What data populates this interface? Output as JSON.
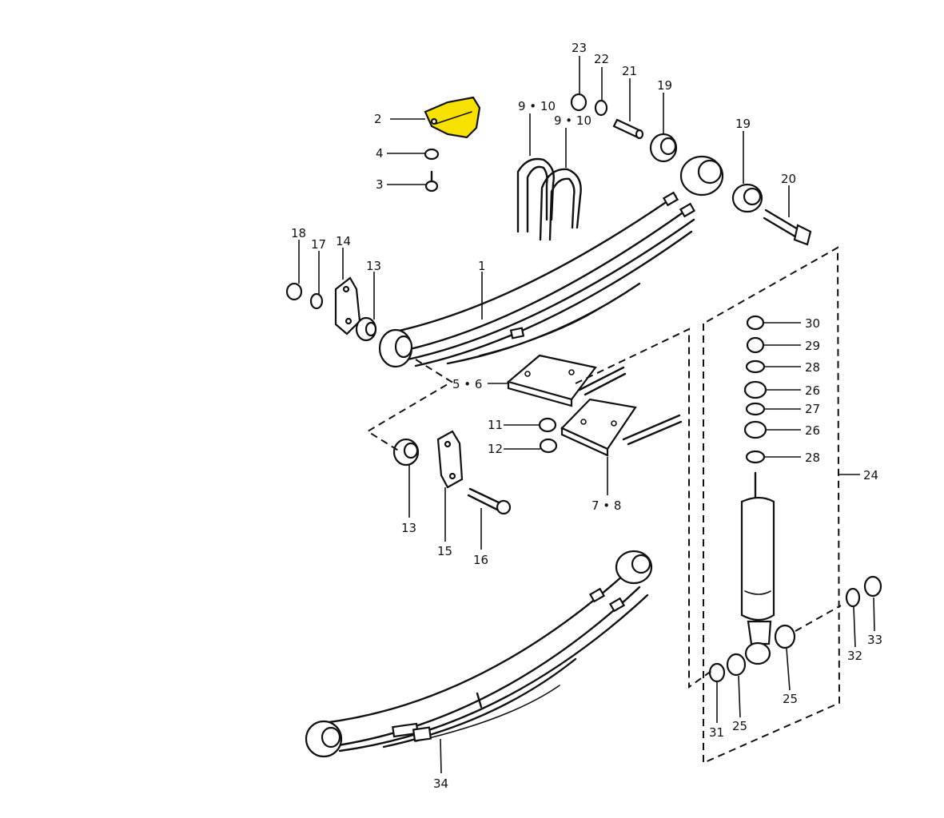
{
  "colors": {
    "highlight": "#f7e100",
    "ink": "#111111",
    "background": "#ffffff"
  },
  "callouts": [
    {
      "id": "c2",
      "text": "2"
    },
    {
      "id": "c4",
      "text": "4"
    },
    {
      "id": "c3",
      "text": "3"
    },
    {
      "id": "c910a",
      "text": "9 • 10"
    },
    {
      "id": "c910b",
      "text": "9 • 10"
    },
    {
      "id": "c23",
      "text": "23"
    },
    {
      "id": "c22",
      "text": "22"
    },
    {
      "id": "c21",
      "text": "21"
    },
    {
      "id": "c19a",
      "text": "19"
    },
    {
      "id": "c19b",
      "text": "19"
    },
    {
      "id": "c20",
      "text": "20"
    },
    {
      "id": "c18",
      "text": "18"
    },
    {
      "id": "c17",
      "text": "17"
    },
    {
      "id": "c14",
      "text": "14"
    },
    {
      "id": "c13a",
      "text": "13"
    },
    {
      "id": "c1",
      "text": "1"
    },
    {
      "id": "c56",
      "text": "5 • 6"
    },
    {
      "id": "c11",
      "text": "11"
    },
    {
      "id": "c12",
      "text": "12"
    },
    {
      "id": "c78",
      "text": "7 • 8"
    },
    {
      "id": "c13b",
      "text": "13"
    },
    {
      "id": "c15",
      "text": "15"
    },
    {
      "id": "c16",
      "text": "16"
    },
    {
      "id": "c30",
      "text": "30"
    },
    {
      "id": "c29",
      "text": "29"
    },
    {
      "id": "c28a",
      "text": "28"
    },
    {
      "id": "c26a",
      "text": "26"
    },
    {
      "id": "c27",
      "text": "27"
    },
    {
      "id": "c26b",
      "text": "26"
    },
    {
      "id": "c28b",
      "text": "28"
    },
    {
      "id": "c24",
      "text": "24"
    },
    {
      "id": "c32",
      "text": "32"
    },
    {
      "id": "c33",
      "text": "33"
    },
    {
      "id": "c31",
      "text": "31"
    },
    {
      "id": "c25a",
      "text": "25"
    },
    {
      "id": "c25b",
      "text": "25"
    },
    {
      "id": "c34",
      "text": "34"
    }
  ]
}
